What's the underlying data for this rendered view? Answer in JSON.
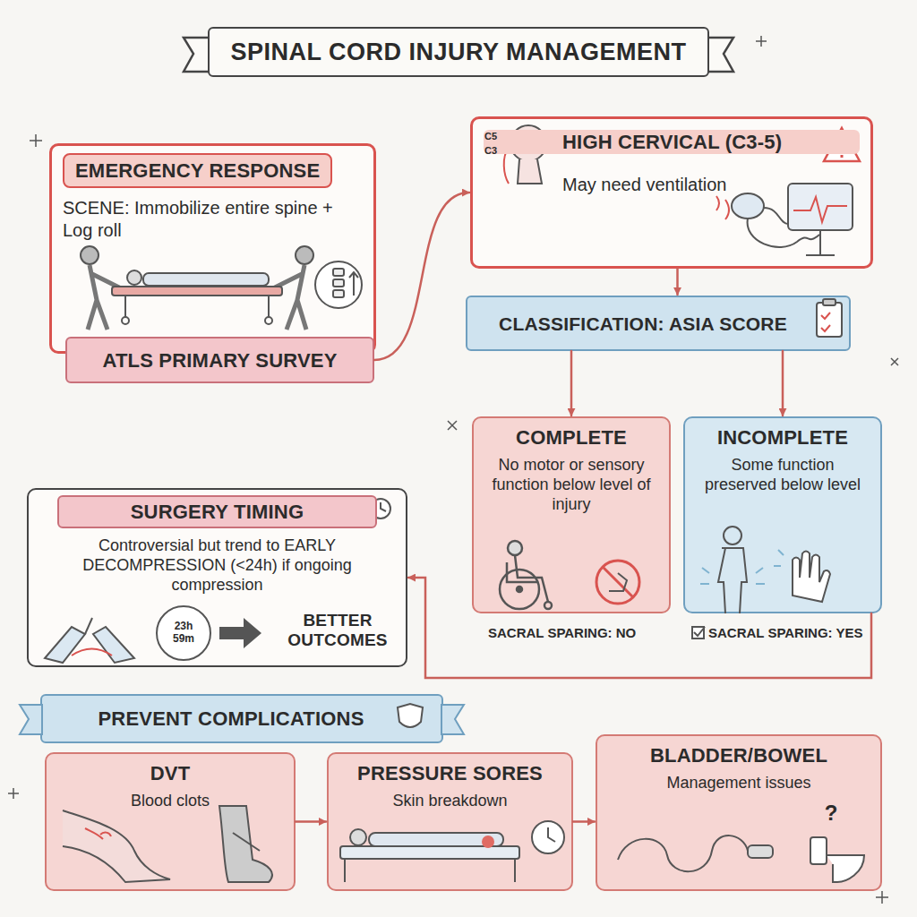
{
  "diagram": {
    "title": "SPINAL CORD INJURY MANAGEMENT",
    "nodes": [
      {
        "text": [
          "EMERGENCY RESPONSE",
          "SCENE: Immobilize entire spine + Log roll"
        ]
      },
      {
        "text": [
          "ATLS PRIMARY SURVEY"
        ],
        "in": 0
      },
      {
        "text": [
          "HIGH CERVICAL (C3-5)",
          "May need ventilation"
        ]
      },
      {
        "text": [
          "CLASSIFICATION: ASIA SCORE"
        ]
      },
      {
        "text": [
          "COMPLETE",
          "No motor or sensory function below level of injury"
        ]
      },
      {
        "text": [
          "INCOMPLETE",
          "Some function preserved below level"
        ]
      },
      {
        "text": [
          "SURGERY TIMING",
          "Controversial but trend to EARLY DECOMPRESSION (<24h) if ongoing compression",
          "BETTER OUTCOMES"
        ]
      },
      {
        "text": [
          "PREVENT COMPLICATIONS"
        ]
      },
      {
        "text": [
          "DVT",
          "Blood clots"
        ]
      },
      {
        "text": [
          "PRESSURE SORES",
          "Skin breakdown"
        ]
      },
      {
        "text": [
          "BLADDER/BOWEL",
          "Management issues"
        ]
      }
    ],
    "edges": [
      {
        "from": 1,
        "to": 2,
        "arrow": "to"
      },
      {
        "from": 2,
        "to": 3,
        "arrow": "to"
      },
      {
        "from": 3,
        "to": 4,
        "arrow": "to"
      },
      {
        "from": 3,
        "to": 5,
        "arrow": "to"
      },
      {
        "from": 5,
        "to": 6,
        "arrow": "to"
      },
      {
        "from": 8,
        "to": 9,
        "arrow": "to"
      },
      {
        "from": 9,
        "to": 10,
        "arrow": "to"
      }
    ],
    "labels": [
      "C5",
      "C3",
      "SACRAL SPARING: NO",
      "SACRAL SPARING: YES",
      "23h 59m",
      "?"
    ]
  }
}
